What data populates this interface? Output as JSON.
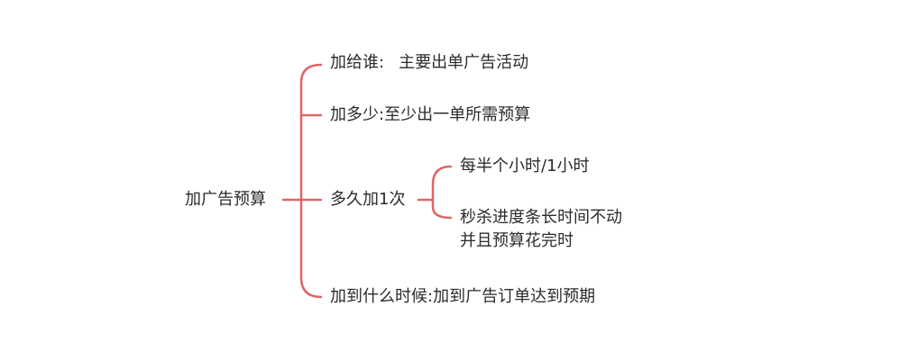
{
  "mindmap": {
    "colors": {
      "connector": "#e06666",
      "text": "#2b2b2b",
      "background": "#ffffff"
    },
    "root": {
      "text": "加广告预算"
    },
    "branches": [
      {
        "label": "加给谁:",
        "value": "主要出单广告活动"
      },
      {
        "label": "加多少:",
        "value": "至少出一单所需预算"
      },
      {
        "label": "多久加1次",
        "children": [
          {
            "text": "每半个小时/1小时"
          },
          {
            "line1": "秒杀进度条长时间不动",
            "line2": "并且预算花完时"
          }
        ]
      },
      {
        "label": "加到什么时候:",
        "value": "加到广告订单达到预期"
      }
    ]
  }
}
